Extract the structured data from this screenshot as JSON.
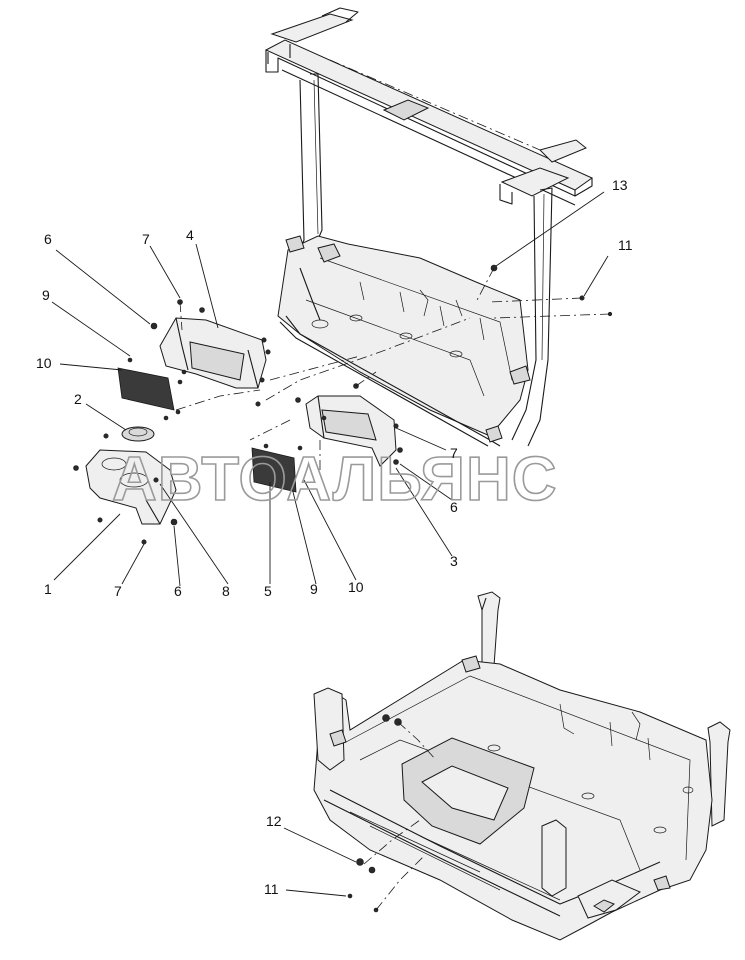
{
  "watermark": "АВТОАЛЬЯНС",
  "callouts": [
    {
      "id": "c13a",
      "label": "13"
    },
    {
      "id": "c11a",
      "label": "11"
    },
    {
      "id": "c6a",
      "label": "6"
    },
    {
      "id": "c7a",
      "label": "7"
    },
    {
      "id": "c4",
      "label": "4"
    },
    {
      "id": "c9a",
      "label": "9"
    },
    {
      "id": "c10a",
      "label": "10"
    },
    {
      "id": "c2",
      "label": "2"
    },
    {
      "id": "c7b",
      "label": "7"
    },
    {
      "id": "c6b",
      "label": "6"
    },
    {
      "id": "c3",
      "label": "3"
    },
    {
      "id": "c1",
      "label": "1"
    },
    {
      "id": "c7c",
      "label": "7"
    },
    {
      "id": "c6c",
      "label": "6"
    },
    {
      "id": "c8",
      "label": "8"
    },
    {
      "id": "c5",
      "label": "5"
    },
    {
      "id": "c9b",
      "label": "9"
    },
    {
      "id": "c10b",
      "label": "10"
    },
    {
      "id": "c12",
      "label": "12"
    },
    {
      "id": "c11b",
      "label": "11"
    }
  ]
}
